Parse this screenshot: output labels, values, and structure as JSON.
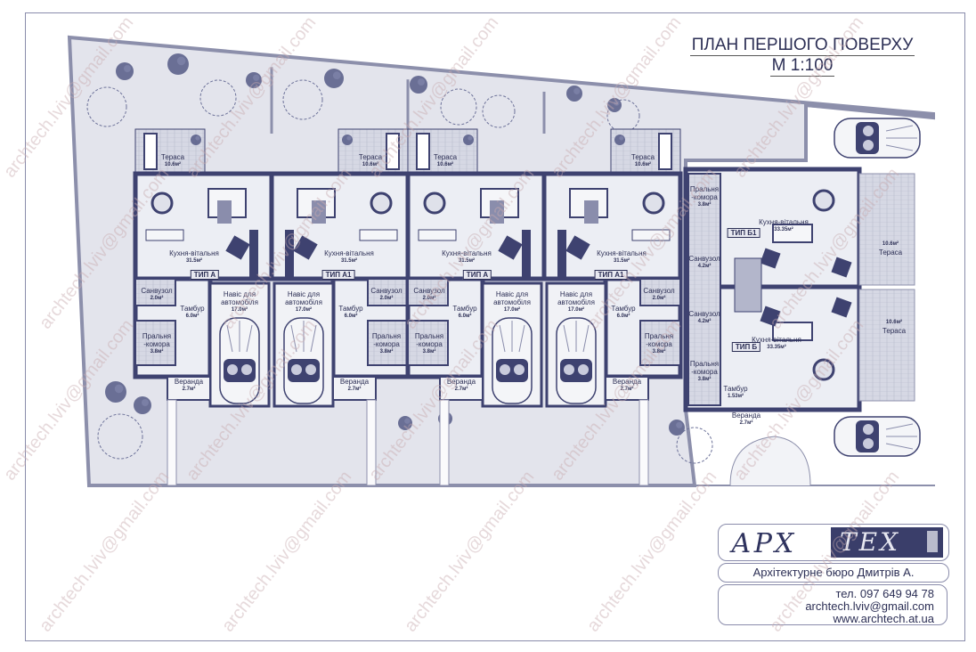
{
  "title": {
    "line1": "ПЛАН ПЕРШОГО ПОВЕРХУ",
    "scale": "М 1:100"
  },
  "watermark": "archtech.lviv@gmail.com",
  "colors": {
    "ink": "#2c2f55",
    "wall": "#3e4270",
    "floor": "#eceef4",
    "terrace": "#d6d8e4",
    "site": "#e3e4ec"
  },
  "townhouses": [
    {
      "type": "ТИП А",
      "rooms": {
        "terrace": [
          "Тераса",
          "10.6м²"
        ],
        "kitchen": [
          "Кухня-вітальня",
          "31.5м²"
        ],
        "bath": [
          "Санвузол",
          "2.0м²"
        ],
        "vestibule": [
          "Тамбур",
          "6.0м²"
        ],
        "laundry": [
          "Пральня",
          "-комора",
          "3.8м²"
        ],
        "carport": [
          "Навіс для",
          "автомобіля",
          "17.0м²"
        ],
        "veranda": [
          "Веранда",
          "2.7м²"
        ]
      }
    },
    {
      "type": "ТИП А1",
      "rooms": {
        "terrace": [
          "Тераса",
          "10.6м²"
        ],
        "kitchen": [
          "Кухня-вітальня",
          "31.5м²"
        ],
        "bath": [
          "Санвузол",
          "2.0м²"
        ],
        "vestibule": [
          "Тамбур",
          "6.0м²"
        ],
        "laundry": [
          "Пральня",
          "-комора",
          "3.8м²"
        ],
        "carport": [
          "Навіс для",
          "автомобіля",
          "17.0м²"
        ],
        "veranda": [
          "Веранда",
          "2.7м²"
        ]
      }
    },
    {
      "type": "ТИП А",
      "rooms": {
        "terrace": [
          "Тераса",
          "10.6м²"
        ],
        "kitchen": [
          "Кухня-вітальня",
          "31.5м²"
        ],
        "bath": [
          "Санвузол",
          "2.0м²"
        ],
        "vestibule": [
          "Тамбур",
          "6.0м²"
        ],
        "laundry": [
          "Пральня",
          "-комора",
          "3.8м²"
        ],
        "carport": [
          "Навіс для",
          "автомобіля",
          "17.0м²"
        ],
        "veranda": [
          "Веранда",
          "2.7м²"
        ]
      }
    },
    {
      "type": "ТИП А1",
      "rooms": {
        "terrace": [
          "Тераса",
          "10.6м²"
        ],
        "kitchen": [
          "Кухня-вітальня",
          "31.5м²"
        ],
        "bath": [
          "Санвузол",
          "2.0м²"
        ],
        "vestibule": [
          "Тамбур",
          "6.0м²"
        ],
        "laundry": [
          "Пральня",
          "-комора",
          "3.8м²"
        ],
        "carport": [
          "Навіс для",
          "автомобіля",
          "17.0м²"
        ],
        "veranda": [
          "Веранда",
          "2.7м²"
        ]
      }
    }
  ],
  "duplex": {
    "upper": {
      "type": "ТИП Б1",
      "kitchen": [
        "Кухня-вітальня",
        "33.35м²"
      ],
      "terrace": [
        "10.6м²",
        "Тераса"
      ],
      "laundry": [
        "Пральня",
        "-комора",
        "3.8м²"
      ],
      "bath": [
        "Санвузол",
        "4.2м²"
      ]
    },
    "lower": {
      "type": "ТИП Б",
      "kitchen": [
        "Кухня-вітальня",
        "33.35м²"
      ],
      "terrace": [
        "10.6м²",
        "Тераса"
      ],
      "laundry": [
        "Пральня",
        "-комора",
        "3.8м²"
      ],
      "bath": [
        "Санвузол",
        "4.2м²"
      ],
      "vestibule": [
        "Тамбур",
        "1.53м²"
      ],
      "veranda": [
        "Веранда",
        "2.7м²"
      ]
    }
  },
  "logo": {
    "part1": "АРХ",
    "part2": "ТЕХ"
  },
  "bureau": "Архітектурне бюро Дмитрів А.",
  "contacts": {
    "phone": "тел. 097 649 94 78",
    "email": "archtech.lviv@gmail.com",
    "site": "www.archtech.at.ua"
  }
}
